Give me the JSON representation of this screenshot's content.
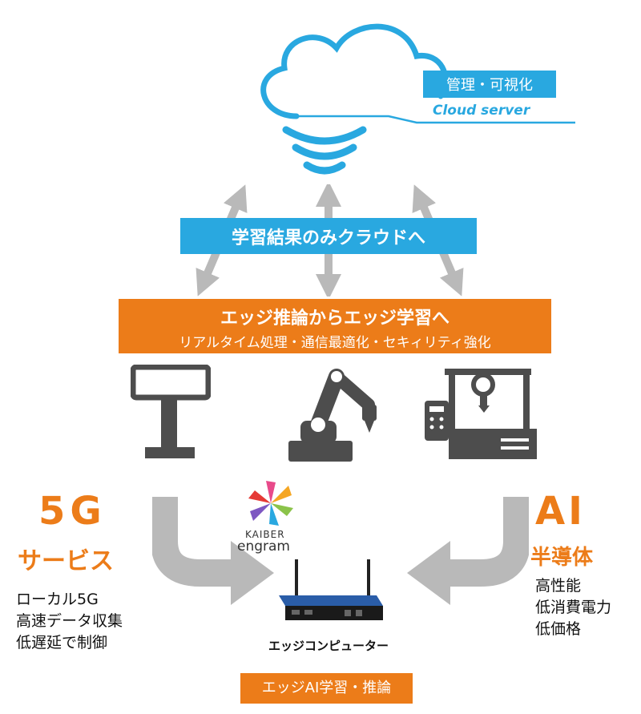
{
  "colors": {
    "blue": "#29a8e0",
    "orange": "#ec7c19",
    "gray_arrow": "#b9b9b9",
    "dark_gray": "#4d4d4d"
  },
  "cloud": {
    "label_jp": "管理・可視化",
    "label_en": "Cloud server"
  },
  "banner_blue": "学習結果のみクラウドへ",
  "banner_orange": {
    "title": "エッジ推論からエッジ学習へ",
    "subtitle": "リアルタイム処理・通信最適化・セキィリティ強化"
  },
  "devices": [
    "kiosk-icon",
    "robot-arm-icon",
    "industrial-machine-icon"
  ],
  "left": {
    "heading": "5G",
    "subheading": "サービス",
    "features": [
      "ローカル5G",
      "高速データ収集",
      "低遅延で制御"
    ]
  },
  "right": {
    "heading": "AI",
    "subheading": "半導体",
    "features": [
      "高性能",
      "低消費電力",
      "低価格"
    ]
  },
  "logo": {
    "line1": "KAIBER",
    "line2": "engram"
  },
  "edge_computer_label": "エッジコンピューター",
  "bottom_label": "エッジAI学習・推論"
}
